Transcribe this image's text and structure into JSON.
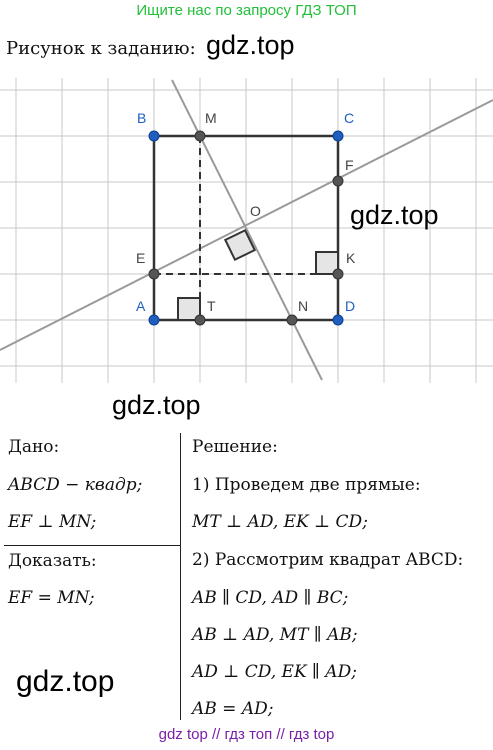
{
  "banner": "Ищите нас по запросу ГДЗ ТОП",
  "caption": "Рисунок к заданию:",
  "watermarks": [
    "gdz.top",
    "gdz.top",
    "gdz.top",
    "gdz.top"
  ],
  "figure": {
    "points": {
      "A": "A",
      "B": "B",
      "C": "C",
      "D": "D",
      "M": "M",
      "E": "E",
      "O": "O",
      "F": "F",
      "K": "K",
      "T": "T",
      "N": "N"
    },
    "colors": {
      "vertex": "#1f5fbf",
      "point": "#555555",
      "grid": "#c8c8c8",
      "line": "#999999",
      "square": "#333333"
    }
  },
  "left": {
    "given_title": "Дано:",
    "given_1": "ABCD − квадр;",
    "given_2": "EF ⊥ MN;",
    "prove_title": "Доказать:",
    "prove_1": "EF = MN;"
  },
  "right": {
    "solution_title": "Решение:",
    "step1": "1) Проведем две прямые:",
    "step1_eq": "MT ⊥ AD,  EK ⊥ CD;",
    "step2": "2) Рассмотрим квадрат ABCD:",
    "eq1": "AB ∥ CD,  AD ∥ BC;",
    "eq2": "AB ⊥ AD,  MT ∥ AB;",
    "eq3": "AD ⊥ CD,  EK ∥ AD;",
    "eq4": "AB = AD;"
  },
  "footer": "gdz top  //  гдз топ  //  гдз top"
}
